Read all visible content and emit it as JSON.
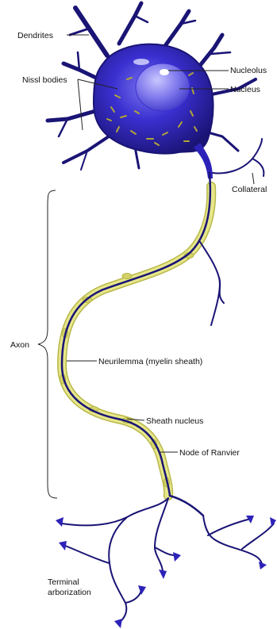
{
  "labels": {
    "dendrites": "Dendrites",
    "nissl_bodies": "Nissl bodies",
    "nucleolus": "Nucleolus",
    "nucleus": "Nucleus",
    "collateral": "Collateral",
    "axon": "Axon",
    "neurilemma": "Neurilemma (myelin sheath)",
    "sheath_nucleus": "Sheath nucleus",
    "node_of_ranvier": "Node of Ranvier",
    "terminal_line1": "Terminal",
    "terminal_line2": "arborization"
  },
  "colors": {
    "neuron_dark": "#1a1475",
    "neuron_mid": "#2d22b8",
    "neuron_light": "#6f6ae6",
    "myelin": "#e6e68a",
    "myelin_edge": "#b8b84a",
    "nissl": "#b0a43a",
    "leader": "#222222"
  }
}
